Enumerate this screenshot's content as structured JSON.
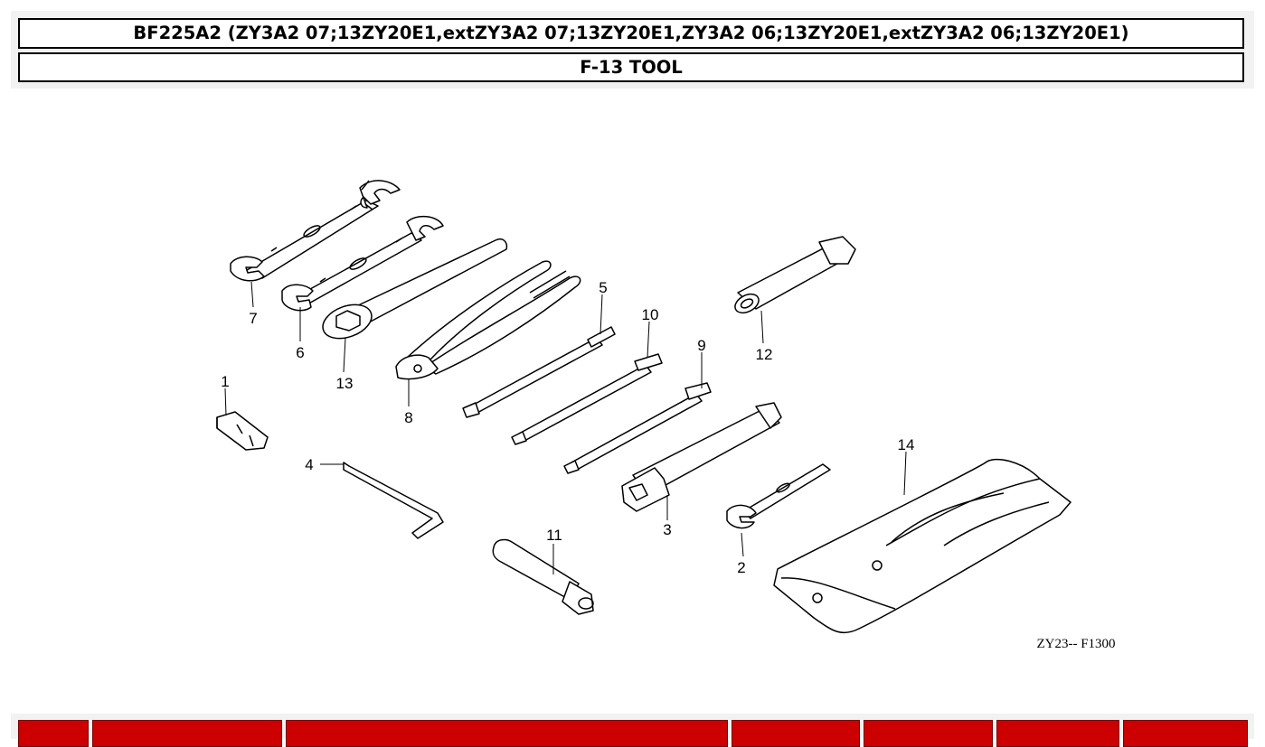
{
  "header": {
    "model": "BF225A2 (ZY3A2 07;13ZY20E1,extZY3A2 07;13ZY20E1,ZY3A2 06;13ZY20E1,extZY3A2 06;13ZY20E1)",
    "section": "F-13 TOOL"
  },
  "diagram": {
    "callouts": {
      "c1": "1",
      "c2": "2",
      "c3": "3",
      "c4": "4",
      "c5": "5",
      "c6": "6",
      "c7": "7",
      "c8": "8",
      "c9": "9",
      "c10": "10",
      "c11": "11",
      "c12": "12",
      "c13": "13",
      "c14": "14"
    },
    "code": "ZY23-- F1300"
  },
  "colors": {
    "header_bg": "#f2f2f2",
    "table_header": "#cc0000",
    "line": "#000000"
  }
}
